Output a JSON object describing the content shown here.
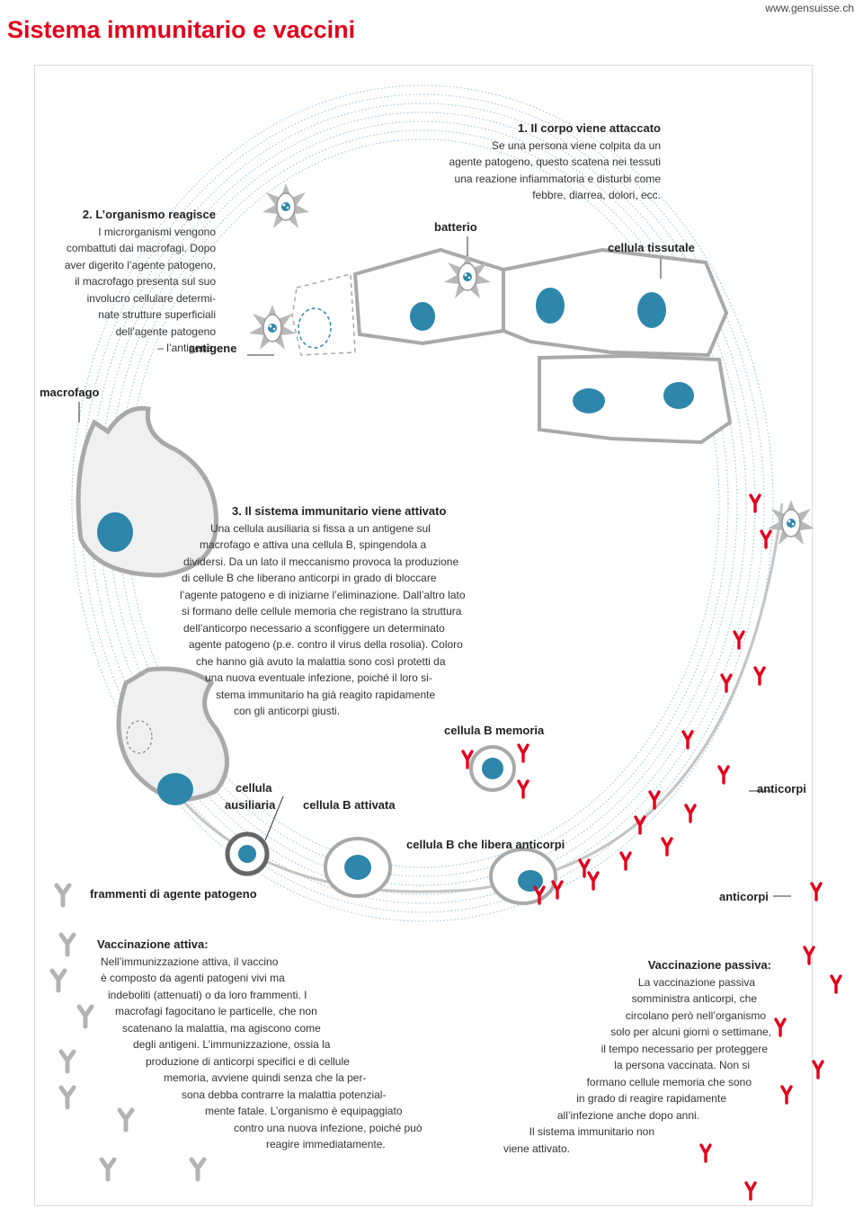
{
  "header": {
    "title": "Sistema immunitario e vaccini",
    "site": "www.gensuisse.ch"
  },
  "step1": {
    "heading": "1. Il corpo viene attaccato",
    "lines": [
      "Se una persona viene colpita da un",
      "agente patogeno, questo scatena nei tessuti",
      "una reazione infiammatoria e disturbi come",
      "febbre, diarrea, dolori, ecc."
    ]
  },
  "step2": {
    "heading": "2. L’organismo reagisce",
    "lines": [
      "I microrganismi vengono",
      "combattuti dai macrofagi. Dopo",
      "aver digerito l’agente patogeno,",
      "il macrofago presenta sul suo",
      "involucro cellulare determi-",
      "nate strutture superficiali",
      "dell’agente patogeno",
      "– l’antigene."
    ]
  },
  "step3": {
    "heading": "3. Il sistema immunitario viene attivato",
    "lines": [
      "Una cellula ausiliaria si fissa a un antigene sul",
      "macrofago e attiva una cellula B, spingendola a",
      "dividersi. Da un lato il meccanismo provoca la produzione",
      "di cellule B che liberano anticorpi in grado di bloccare",
      "l’agente patogeno e di iniziarne l’eliminazione. Dall’altro lato",
      "si formano delle cellule memoria che registrano la struttura",
      "dell’anticorpo necessario a sconfiggere un determinato",
      "agente patogeno (p.e. contro il virus della rosolia). Coloro",
      "che hanno già avuto la malattia sono così protetti da",
      "una nuova eventuale infezione, poiché il loro si-",
      "stema immunitario ha già reagito rapidamente",
      "con gli anticorpi giusti."
    ]
  },
  "labels": {
    "batterio": "batterio",
    "cellula_tissutale": "cellula tissutale",
    "antigene": "antigene",
    "macrofago": "macrofago",
    "cellula_b_memoria": "cellula B memoria",
    "cellula_ausiliaria_1": "cellula",
    "cellula_ausiliaria_2": "ausiliaria",
    "cellula_b_attivata": "cellula B attivata",
    "cellula_b_libera": "cellula B che libera anticorpi",
    "anticorpi_1": "anticorpi",
    "anticorpi_2": "anticorpi",
    "frammenti": "frammenti di agente patogeno"
  },
  "vacc_attiva": {
    "heading": "Vaccinazione attiva:",
    "lines": [
      "Nell’immunizzazione attiva, il vaccino",
      "è composto da agenti patogeni vivi ma",
      "indeboliti (attenuati) o da loro frammenti. I",
      "macrofagi fagocitano le particelle, che non",
      "scatenano la malattia, ma agiscono come",
      "degli antigeni. L’immunizzazione, ossia la",
      "produzione di anticorpi specifici e di cellule",
      "memoria, avviene quindi senza che la per-",
      "sona debba contrarre la malattia potenzial-",
      "mente fatale. L’organismo è equipaggiato",
      "contro una nuova infezione, poiché può",
      "reagire immediatamente."
    ]
  },
  "vacc_passiva": {
    "heading": "Vaccinazione passiva:",
    "lines": [
      "La vaccinazione passiva",
      "somministra anticorpi, che",
      "circolano però nell’organismo",
      "solo per alcuni giorni o settimane,",
      "il tempo necessario per proteggere",
      "la persona vaccinata. Non si",
      "formano cellule memoria che sono",
      "in grado di reagire rapidamente",
      "all’infezione anche dopo anni.",
      "Il sistema immunitario non",
      "viene attivato."
    ]
  },
  "colors": {
    "accent_red": "#e3001b",
    "nucleus_blue": "#2e86ab",
    "cell_gray": "#a9a9a9",
    "flow_blue": "#9cc3dc"
  }
}
